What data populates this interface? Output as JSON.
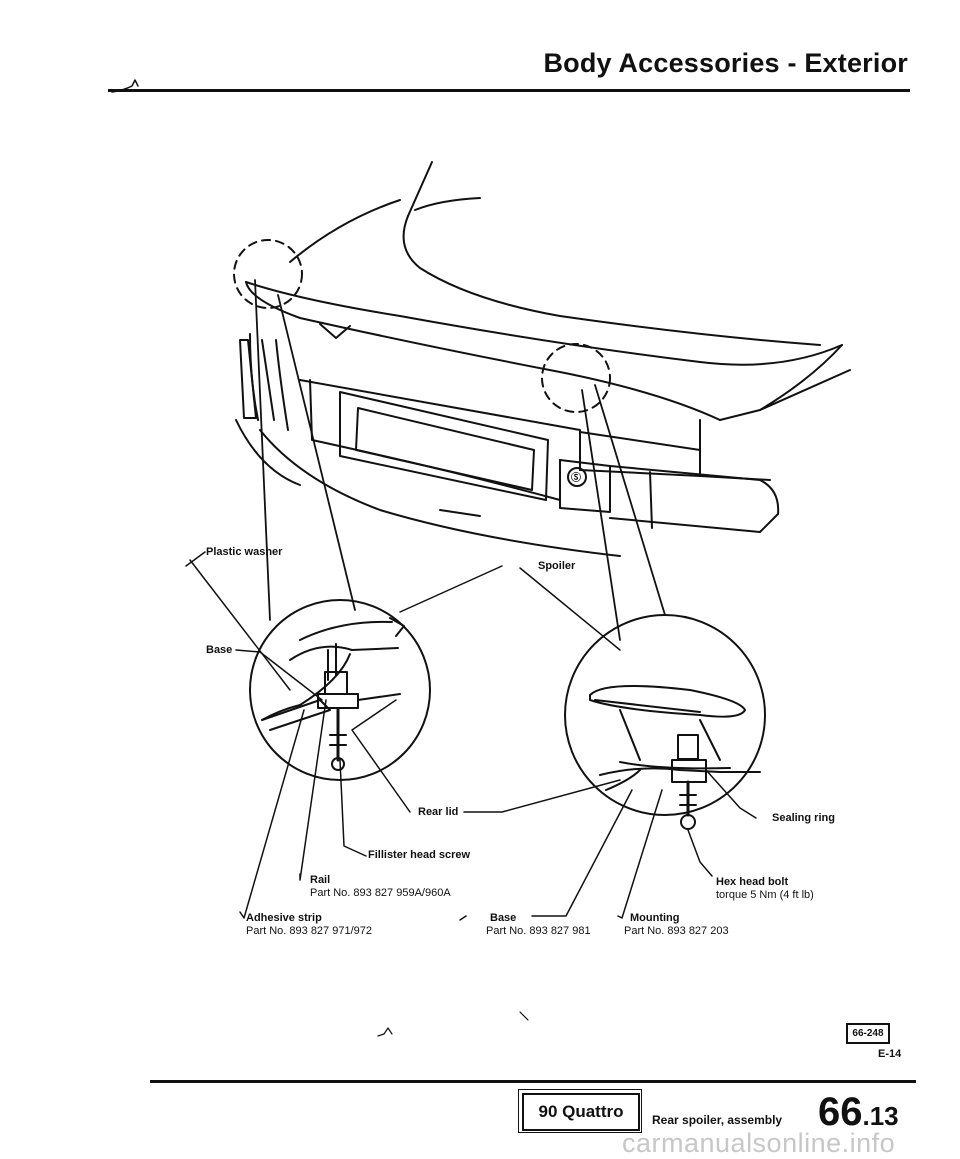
{
  "header": {
    "title": "Body Accessories - Exterior"
  },
  "labels": {
    "plastic_washer": "Plastic washer",
    "spoiler": "Spoiler",
    "base_left": "Base",
    "rear_lid": "Rear lid",
    "sealing_ring": "Sealing ring",
    "fillister_screw": "Fillister head screw",
    "rail": "Rail",
    "rail_part": "Part No. 893 827 959A/960A",
    "hex_bolt": "Hex head bolt",
    "hex_bolt_torque": "torque 5 Nm (4 ft lb)",
    "adhesive_strip": "Adhesive strip",
    "adhesive_part": "Part No. 893 827 971/972",
    "base_bottom": "Base",
    "base_part": "Part No. 893 827 981",
    "mounting": "Mounting",
    "mounting_part": "Part No. 893 827 203"
  },
  "footer": {
    "figure_code": "66-248",
    "page_code": "E-14",
    "model": "90 Quattro",
    "section_caption": "Rear spoiler, assembly",
    "section_main": "66",
    "section_sub": ".13"
  },
  "watermark": "carmanualsonline.info"
}
